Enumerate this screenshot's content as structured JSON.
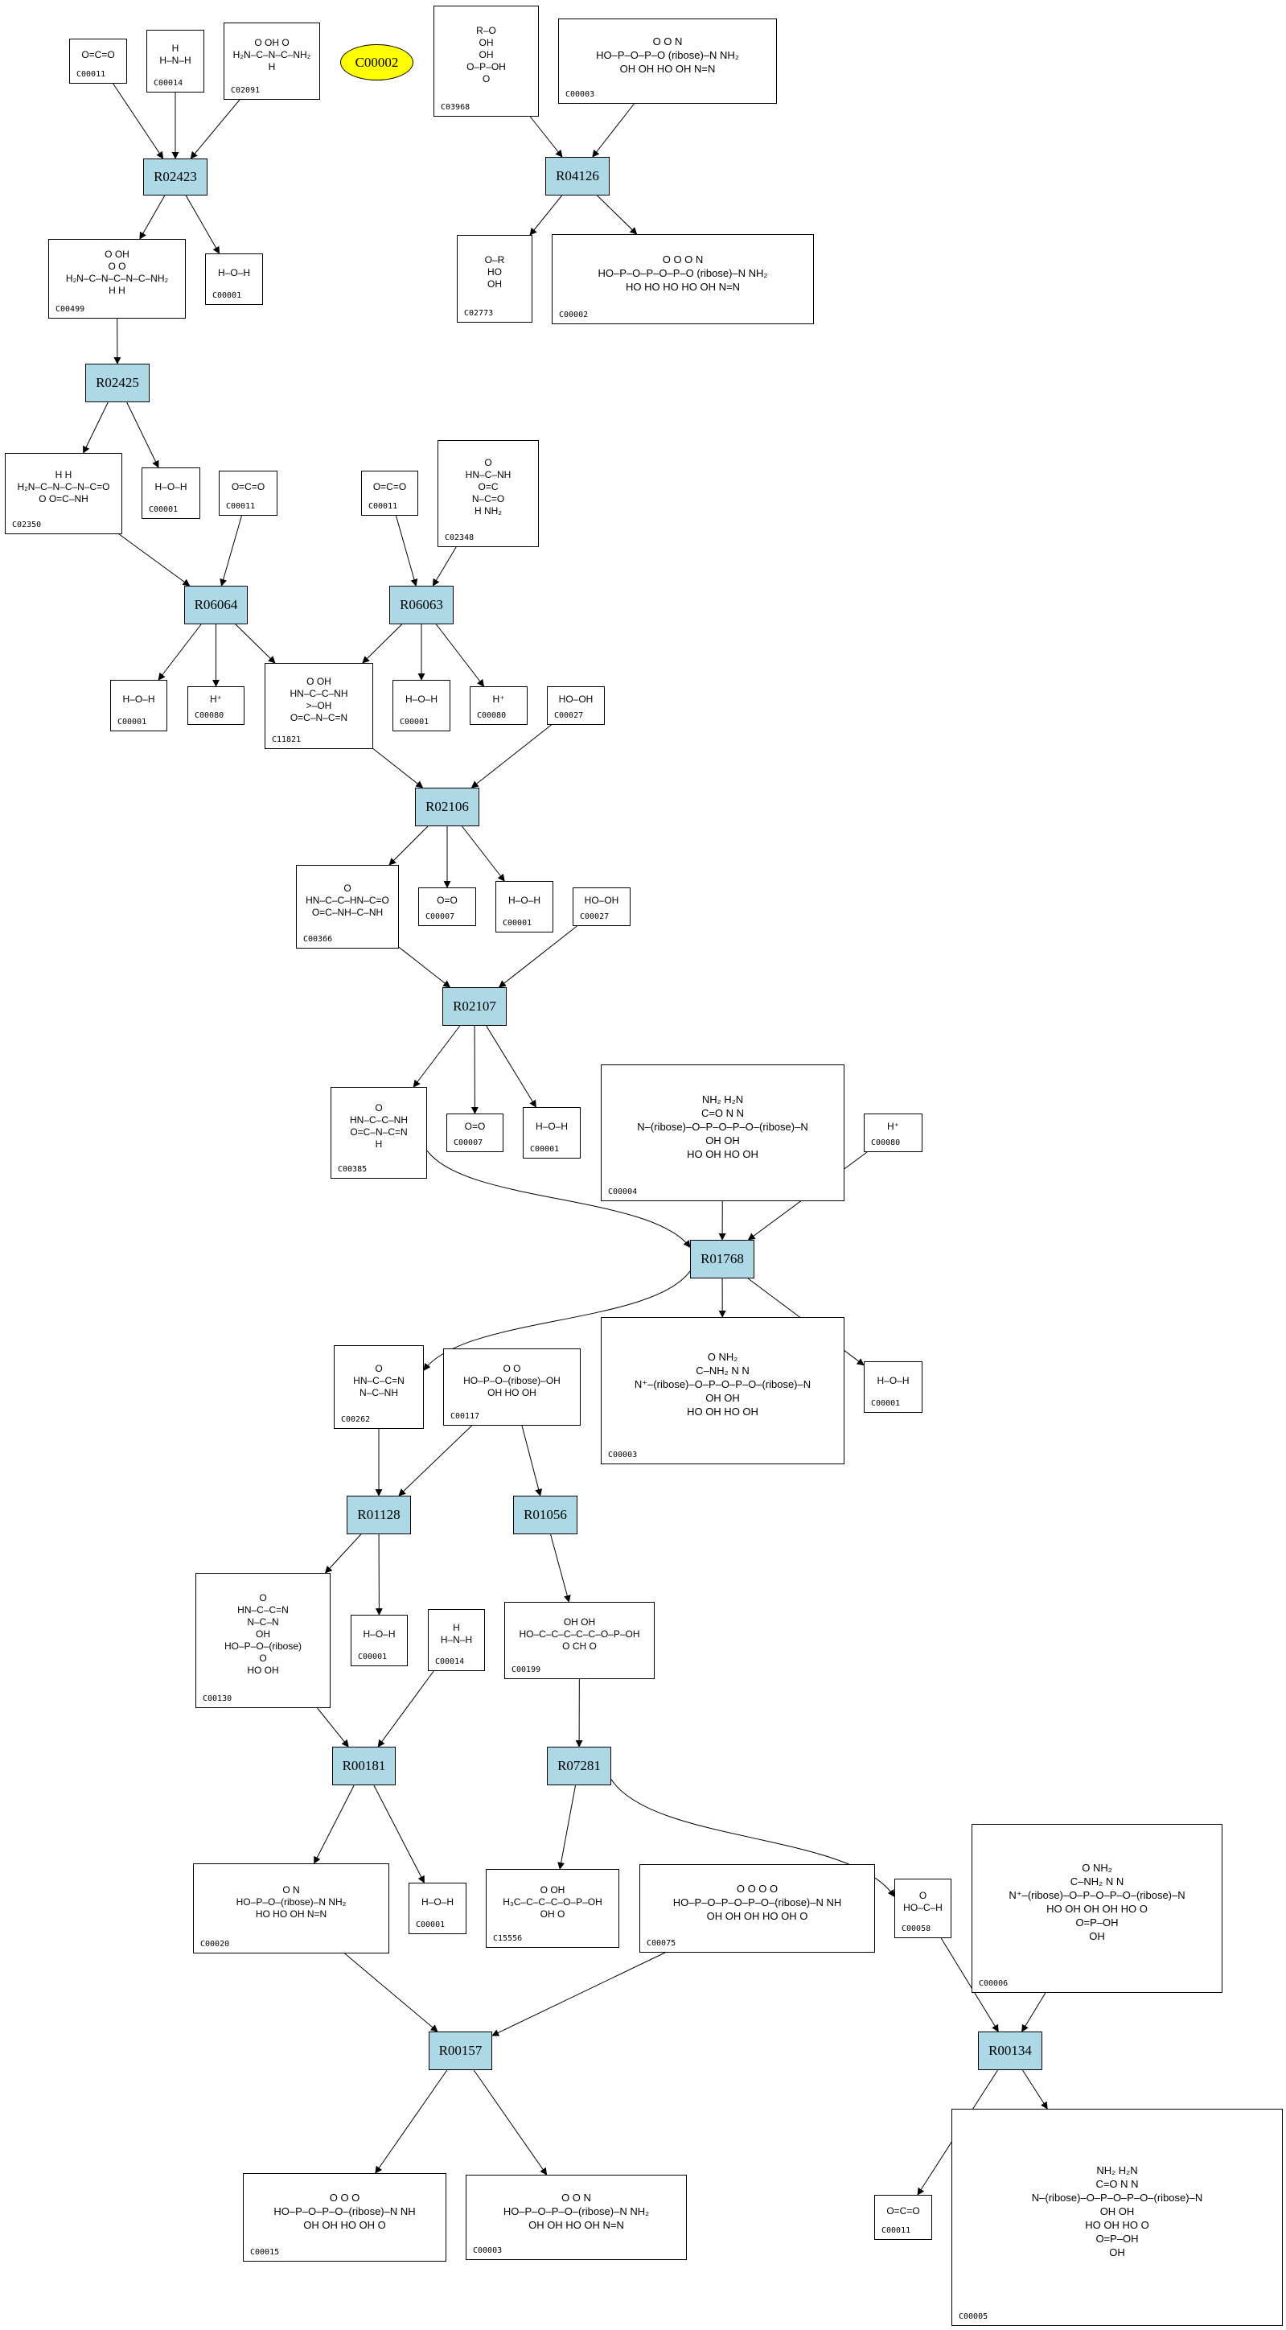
{
  "diagram": {
    "title": "Reaction pathway graph",
    "colors": {
      "reaction_fill": "#add8e6",
      "target_fill": "#ffff00",
      "compound_fill": "#ffffff",
      "edge": "#000000"
    },
    "target": {
      "key": "T_C00002",
      "label": "C00002"
    },
    "reactions": [
      {
        "key": "R02423",
        "label": "R02423"
      },
      {
        "key": "R04126",
        "label": "R04126"
      },
      {
        "key": "R02425",
        "label": "R02425"
      },
      {
        "key": "R06064",
        "label": "R06064"
      },
      {
        "key": "R06063",
        "label": "R06063"
      },
      {
        "key": "R02106",
        "label": "R02106"
      },
      {
        "key": "R02107",
        "label": "R02107"
      },
      {
        "key": "R01768",
        "label": "R01768"
      },
      {
        "key": "R01128",
        "label": "R01128"
      },
      {
        "key": "R01056",
        "label": "R01056"
      },
      {
        "key": "R00181",
        "label": "R00181"
      },
      {
        "key": "R07281",
        "label": "R07281"
      },
      {
        "key": "R00157",
        "label": "R00157"
      },
      {
        "key": "R00134",
        "label": "R00134"
      }
    ],
    "compounds": [
      {
        "key": "C00011a",
        "id": "C00011",
        "structure": [
          "O=C=O"
        ]
      },
      {
        "key": "C00014a",
        "id": "C00014",
        "structure": [
          "H",
          "H–N–H"
        ]
      },
      {
        "key": "C02091",
        "id": "C02091",
        "structure": [
          "O  OH    O",
          "H₂N–C–N–C–NH₂",
          "H"
        ]
      },
      {
        "key": "C00499",
        "id": "C00499",
        "structure": [
          "O  OH",
          "O        O",
          "H₂N–C–N–C–N–C–NH₂",
          "H    H"
        ]
      },
      {
        "key": "C00001a",
        "id": "C00001",
        "structure": [
          "H–O–H"
        ]
      },
      {
        "key": "C03968",
        "id": "C03968",
        "structure": [
          "R–O",
          "OH",
          "OH",
          "O–P–OH",
          "O"
        ]
      },
      {
        "key": "C00003a",
        "id": "C00003",
        "structure": [
          "O    O              N",
          "HO–P–O–P–O  (ribose)–N   NH₂",
          "OH   OH   HO  OH   N=N"
        ]
      },
      {
        "key": "C02773",
        "id": "C02773",
        "structure": [
          "O–R",
          "HO",
          "OH"
        ]
      },
      {
        "key": "C00002b",
        "id": "C00002",
        "structure": [
          "O    O    O               N",
          "HO–P–O–P–O–P–O (ribose)–N  NH₂",
          "HO   HO   HO    HO   OH  N=N"
        ]
      },
      {
        "key": "C02350",
        "id": "C02350",
        "structure": [
          "H     H",
          "H₂N–C–N–C–N–C=O",
          "O     O=C–NH"
        ]
      },
      {
        "key": "C00001b",
        "id": "C00001",
        "structure": [
          "H–O–H"
        ]
      },
      {
        "key": "C00011b",
        "id": "C00011",
        "structure": [
          "O=C=O"
        ]
      },
      {
        "key": "C00011c",
        "id": "C00011",
        "structure": [
          "O=C=O"
        ]
      },
      {
        "key": "C02348",
        "id": "C02348",
        "structure": [
          "O",
          "HN–C–NH",
          "O=C",
          "N–C=O",
          "H   NH₂"
        ]
      },
      {
        "key": "C00001c",
        "id": "C00001",
        "structure": [
          "H–O–H"
        ]
      },
      {
        "key": "C00080a",
        "id": "C00080",
        "structure": [
          "H⁺"
        ]
      },
      {
        "key": "C11821",
        "id": "C11821",
        "structure": [
          "O  OH",
          "HN–C–C–NH",
          "    >–OH",
          "O=C–N–C=N"
        ]
      },
      {
        "key": "C00001d",
        "id": "C00001",
        "structure": [
          "H–O–H"
        ]
      },
      {
        "key": "C00080b",
        "id": "C00080",
        "structure": [
          "H⁺"
        ]
      },
      {
        "key": "C00027a",
        "id": "C00027",
        "structure": [
          "HO–OH"
        ]
      },
      {
        "key": "C00366",
        "id": "C00366",
        "structure": [
          "O",
          "HN–C–C–HN–C=O",
          "O=C–NH–C–NH"
        ]
      },
      {
        "key": "C00007a",
        "id": "C00007",
        "structure": [
          "O=O"
        ]
      },
      {
        "key": "C00001e",
        "id": "C00001",
        "structure": [
          "H–O–H"
        ]
      },
      {
        "key": "C00027b",
        "id": "C00027",
        "structure": [
          "HO–OH"
        ]
      },
      {
        "key": "C00385",
        "id": "C00385",
        "structure": [
          "O",
          "HN–C–C–NH",
          "O=C–N–C=N",
          "H"
        ]
      },
      {
        "key": "C00007b",
        "id": "C00007",
        "structure": [
          "O=O"
        ]
      },
      {
        "key": "C00001f",
        "id": "C00001",
        "structure": [
          "H–O–H"
        ]
      },
      {
        "key": "C00004",
        "id": "C00004",
        "structure": [
          "NH₂                      H₂N",
          "C=O                   N   N",
          "N–(ribose)–O–P–O–P–O–(ribose)–N",
          "OH   OH",
          "HO  OH              HO  OH"
        ]
      },
      {
        "key": "C00080c",
        "id": "C00080",
        "structure": [
          "H⁺"
        ]
      },
      {
        "key": "C00262",
        "id": "C00262",
        "structure": [
          "O",
          "HN–C–C=N",
          "N–C–NH"
        ]
      },
      {
        "key": "C00117",
        "id": "C00117",
        "structure": [
          "O          O",
          "HO–P–O–(ribose)–OH",
          "OH    HO   OH"
        ]
      },
      {
        "key": "C00003b",
        "id": "C00003",
        "structure": [
          "O                         NH₂",
          "C–NH₂                  N   N",
          "N⁺–(ribose)–O–P–O–P–O–(ribose)–N",
          "OH   OH",
          "HO  OH              HO  OH"
        ]
      },
      {
        "key": "C00001g",
        "id": "C00001",
        "structure": [
          "H–O–H"
        ]
      },
      {
        "key": "C00130",
        "id": "C00130",
        "structure": [
          "O",
          "HN–C–C=N",
          "N–C–N",
          "OH",
          "HO–P–O–(ribose)",
          "O",
          "HO  OH"
        ]
      },
      {
        "key": "C00001h",
        "id": "C00001",
        "structure": [
          "H–O–H"
        ]
      },
      {
        "key": "C00014b",
        "id": "C00014",
        "structure": [
          "H",
          "H–N–H"
        ]
      },
      {
        "key": "C00199",
        "id": "C00199",
        "structure": [
          "OH         OH",
          "HO–C–C–C–C–C–O–P–OH",
          "O    CH      O"
        ]
      },
      {
        "key": "C00020",
        "id": "C00020",
        "structure": [
          "O                   N",
          "HO–P–O–(ribose)–N    NH₂",
          "HO    HO   OH   N=N"
        ]
      },
      {
        "key": "C00001i",
        "id": "C00001",
        "structure": [
          "H–O–H"
        ]
      },
      {
        "key": "C15556",
        "id": "C15556",
        "structure": [
          "O         OH",
          "H₃C–C–C–C–O–P–OH",
          "OH     O"
        ]
      },
      {
        "key": "C00075",
        "id": "C00075",
        "structure": [
          "O    O    O              O",
          "HO–P–O–P–O–P–O–(ribose)–N   NH",
          "OH   OH   OH   HO   OH   O"
        ]
      },
      {
        "key": "C00058",
        "id": "C00058",
        "structure": [
          "O",
          "HO–C–H"
        ]
      },
      {
        "key": "C00006",
        "id": "C00006",
        "structure": [
          "O                      NH₂",
          "C–NH₂              N   N",
          "N⁺–(ribose)–O–P–O–P–O–(ribose)–N",
          "HO  OH   OH  OH   HO  O",
          "O=P–OH",
          "OH"
        ]
      },
      {
        "key": "C00015",
        "id": "C00015",
        "structure": [
          "O    O              O",
          "HO–P–O–P–O–(ribose)–N   NH",
          "OH   OH   HO   OH   O"
        ]
      },
      {
        "key": "C00003c",
        "id": "C00003",
        "structure": [
          "O    O              N",
          "HO–P–O–P–O–(ribose)–N   NH₂",
          "OH   OH   HO   OH   N=N"
        ]
      },
      {
        "key": "C00011d",
        "id": "C00011",
        "structure": [
          "O=C=O"
        ]
      },
      {
        "key": "C00005",
        "id": "C00005",
        "structure": [
          "NH₂                            H₂N",
          "C=O                         N    N",
          "N–(ribose)–O–P–O–P–O–(ribose)–N",
          "OH      OH",
          "HO   OH                HO   O",
          "O=P–OH",
          "OH"
        ]
      }
    ],
    "edges": [
      [
        "C00011a",
        "R02423"
      ],
      [
        "C00014a",
        "R02423"
      ],
      [
        "C02091",
        "R02423"
      ],
      [
        "R02423",
        "C00499"
      ],
      [
        "R02423",
        "C00001a"
      ],
      [
        "C03968",
        "R04126"
      ],
      [
        "C00003a",
        "R04126"
      ],
      [
        "R04126",
        "C02773"
      ],
      [
        "R04126",
        "C00002b"
      ],
      [
        "C00499",
        "R02425"
      ],
      [
        "R02425",
        "C02350"
      ],
      [
        "R02425",
        "C00001b"
      ],
      [
        "C02350",
        "R06064"
      ],
      [
        "C00011b",
        "R06064"
      ],
      [
        "C00011c",
        "R06063"
      ],
      [
        "C02348",
        "R06063"
      ],
      [
        "R06064",
        "C00001c"
      ],
      [
        "R06064",
        "C00080a"
      ],
      [
        "R06064",
        "C11821"
      ],
      [
        "R06063",
        "C11821"
      ],
      [
        "R06063",
        "C00001d"
      ],
      [
        "R06063",
        "C00080b"
      ],
      [
        "C11821",
        "R02106"
      ],
      [
        "C00027a",
        "R02106"
      ],
      [
        "R02106",
        "C00366"
      ],
      [
        "R02106",
        "C00007a"
      ],
      [
        "R02106",
        "C00001e"
      ],
      [
        "C00366",
        "R02107"
      ],
      [
        "C00027b",
        "R02107"
      ],
      [
        "R02107",
        "C00385"
      ],
      [
        "R02107",
        "C00007b"
      ],
      [
        "R02107",
        "C00001f"
      ],
      [
        "C00385",
        "R01768"
      ],
      [
        "C00004",
        "R01768"
      ],
      [
        "C00080c",
        "R01768"
      ],
      [
        "R01768",
        "C00262"
      ],
      [
        "R01768",
        "C00003b"
      ],
      [
        "R01768",
        "C00001g"
      ],
      [
        "C00262",
        "R01128"
      ],
      [
        "C00117",
        "R01128"
      ],
      [
        "C00117",
        "R01056"
      ],
      [
        "R01128",
        "C00130"
      ],
      [
        "R01128",
        "C00001h"
      ],
      [
        "R01056",
        "C00199"
      ],
      [
        "C00130",
        "R00181"
      ],
      [
        "C00014b",
        "R00181"
      ],
      [
        "C00199",
        "R07281"
      ],
      [
        "R00181",
        "C00020"
      ],
      [
        "R00181",
        "C00001i"
      ],
      [
        "R07281",
        "C15556"
      ],
      [
        "R07281",
        "C00058"
      ],
      [
        "C00020",
        "R00157"
      ],
      [
        "C00075",
        "R00157"
      ],
      [
        "C00058",
        "R00134"
      ],
      [
        "C00006",
        "R00134"
      ],
      [
        "R00157",
        "C00015"
      ],
      [
        "R00157",
        "C00003c"
      ],
      [
        "R00134",
        "C00011d"
      ],
      [
        "R00134",
        "C00005"
      ]
    ]
  }
}
